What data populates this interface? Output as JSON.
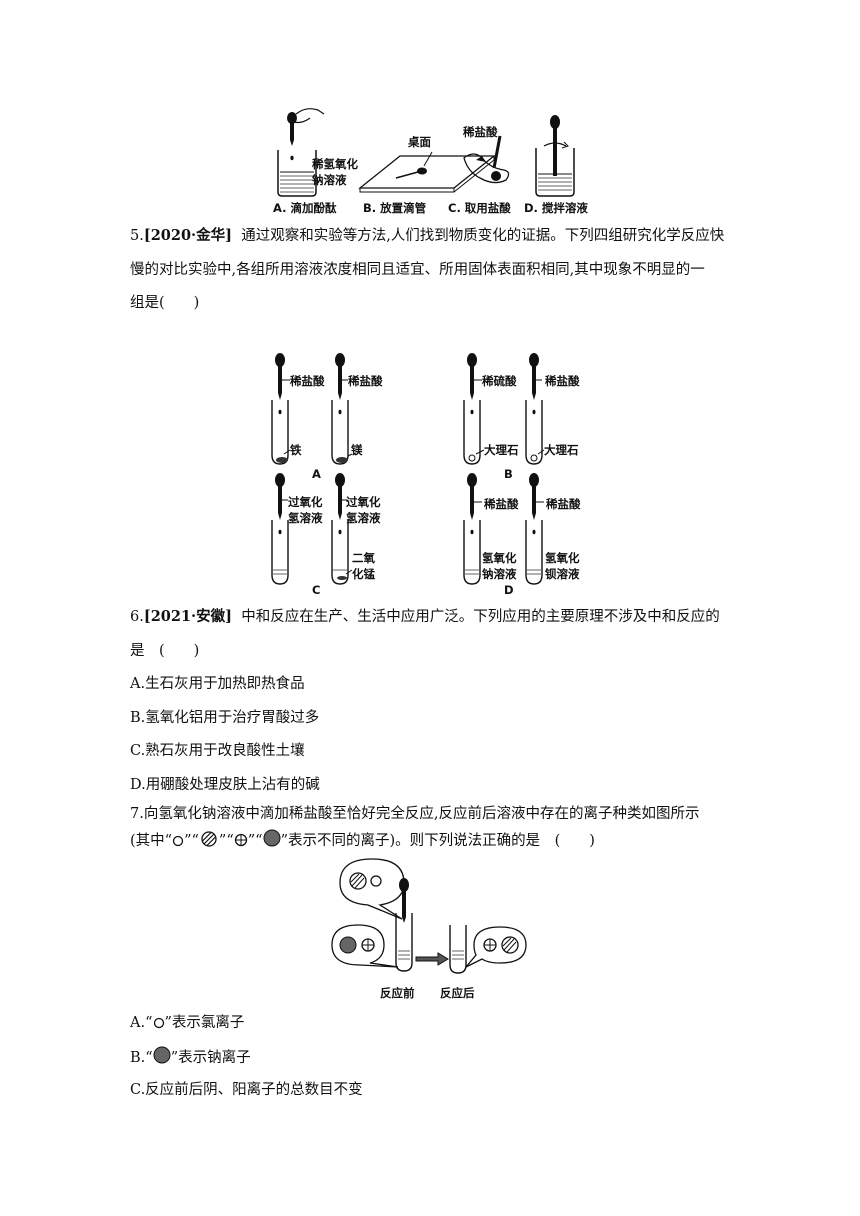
{
  "fig4": {
    "label_naoh": "稀氢氧化",
    "label_naoh2": "钠溶液",
    "label_desk": "桌面",
    "label_hcl": "稀盐酸",
    "captions": [
      "A. 滴加酚酞",
      "B. 放置滴管",
      "C. 取用盐酸",
      "D. 搅拌溶液"
    ]
  },
  "q5": {
    "number": "5.",
    "source": "[2020·金华]",
    "line1": "通过观察和实验等方法,人们找到物质变化的证据。下列四组研究化学反应快",
    "line2": "慢的对比实验中,各组所用溶液浓度相同且适宜、所用固体表面积相同,其中现象不明显的一",
    "line3": "组是(　　)",
    "groups": [
      {
        "letter": "A",
        "left_top": "稀盐酸",
        "left_bottom": "铁",
        "right_top": "稀盐酸",
        "right_bottom": "镁"
      },
      {
        "letter": "B",
        "left_top": "稀硫酸",
        "left_bottom": "大理石",
        "right_top": "稀盐酸",
        "right_bottom": "大理石"
      },
      {
        "letter": "C",
        "left_top1": "过氧化",
        "left_top2": "氢溶液",
        "right_top1": "过氧化",
        "right_top2": "氢溶液",
        "right_bottom1": "二氧",
        "right_bottom2": "化锰"
      },
      {
        "letter": "D",
        "left_top": "稀盐酸",
        "right_top": "稀盐酸",
        "left_bottom1": "氢氧化",
        "left_bottom2": "钠溶液",
        "right_bottom1": "氢氧化",
        "right_bottom2": "钡溶液"
      }
    ]
  },
  "q6": {
    "number": "6.",
    "source": "[2021·安徽]",
    "line1": "中和反应在生产、生活中应用广泛。下列应用的主要原理不涉及中和反应的",
    "line2": "是　(　　)",
    "options": [
      "A.生石灰用于加热即热食品",
      "B.氢氧化铝用于治疗胃酸过多",
      "C.熟石灰用于改良酸性土壤",
      "D.用硼酸处理皮肤上沾有的碱"
    ]
  },
  "q7": {
    "line1": "7.向氢氧化钠溶液中滴加稀盐酸至恰好完全反应,反应前后溶液中存在的离子种类如图所示",
    "line2_a": "(其中“",
    "line2_b": "”“",
    "line2_c": "”“",
    "line2_d": "”“",
    "line2_e": "”表示不同的离子)。则下列说法正确的是　(　　)",
    "fig_before": "反应前",
    "fig_after": "反应后",
    "optA_a": "A.“",
    "optA_b": "”表示氯离子",
    "optB_a": "B.“",
    "optB_b": "”表示钠离子",
    "optC": "C.反应前后阴、阳离子的总数目不变"
  }
}
